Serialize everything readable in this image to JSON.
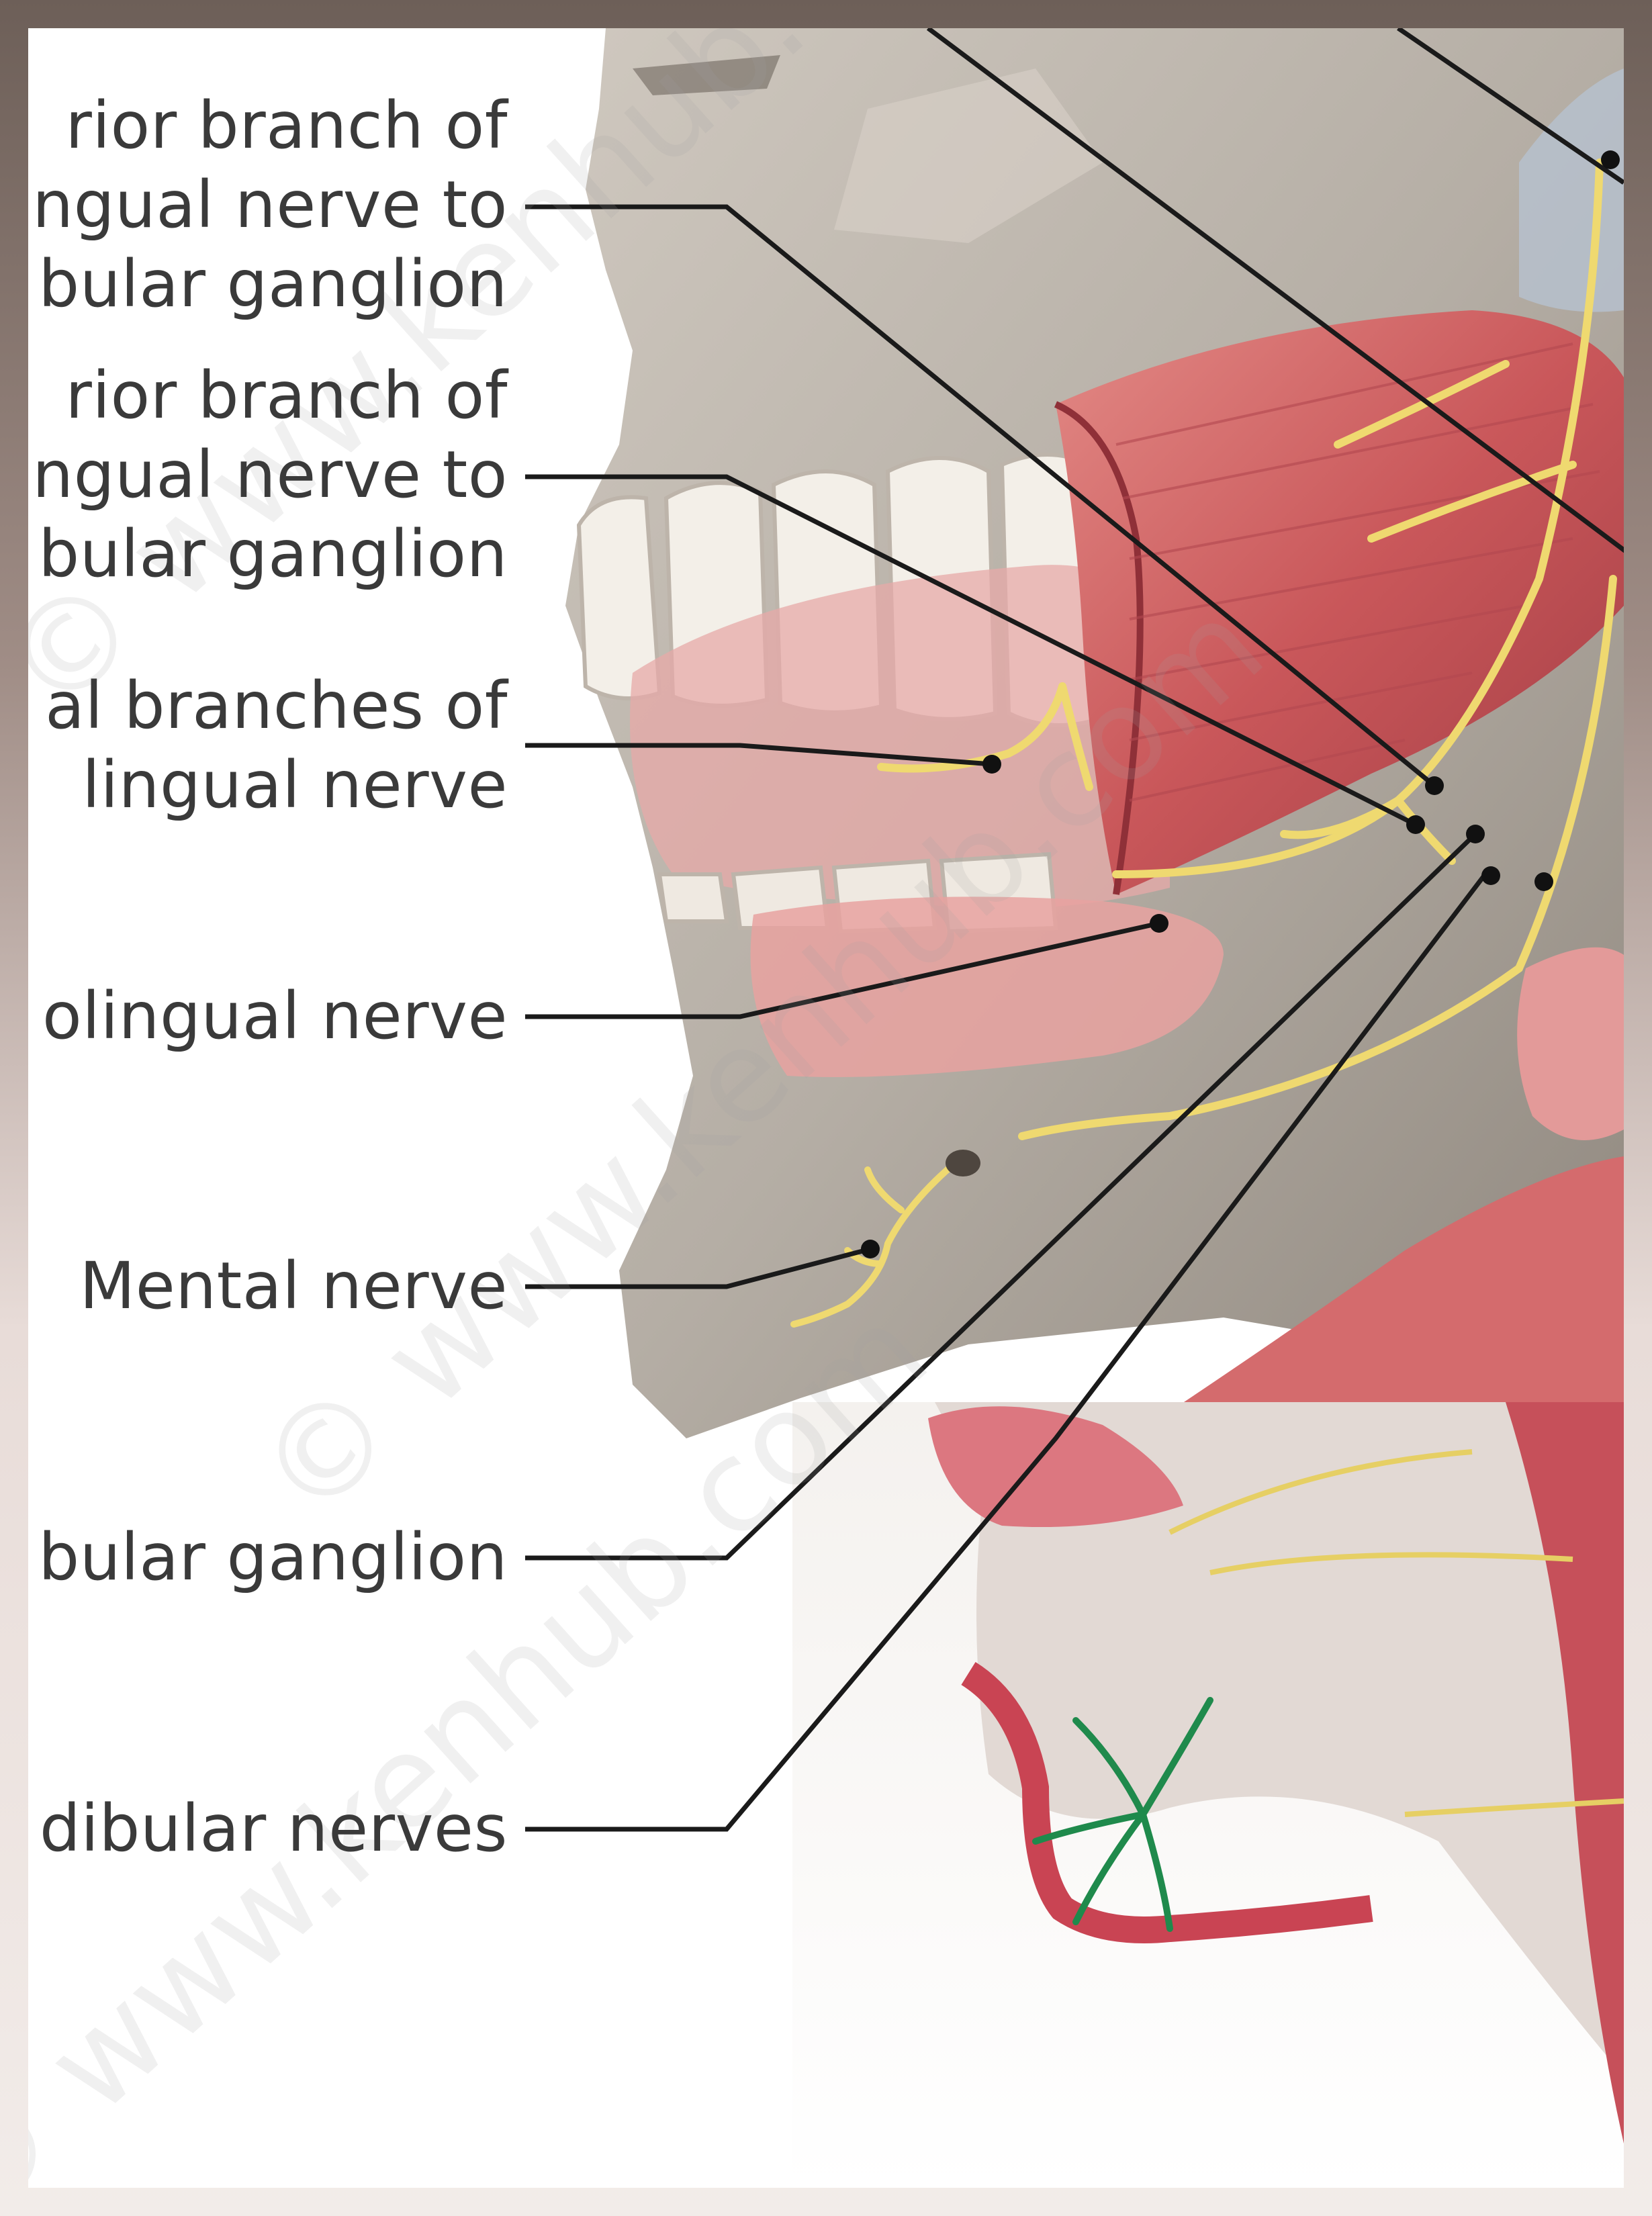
{
  "labels": {
    "l1": {
      "line1": "rior branch of",
      "line2": "ngual nerve to",
      "line3": "bular ganglion"
    },
    "l2": {
      "line1": "rior branch of",
      "line2": "ngual nerve to",
      "line3": "bular ganglion"
    },
    "l3": {
      "line1": "al branches of",
      "line2": "lingual nerve"
    },
    "l4": {
      "line1": "olingual nerve"
    },
    "l5": {
      "line1": "Mental nerve"
    },
    "l6": {
      "line1": "bular ganglion"
    },
    "l7": {
      "line1": "dibular nerves"
    }
  },
  "watermark": "© www.kenhub.com",
  "colors": {
    "bone": "#b7b0a7",
    "bone_shadow": "#8e867d",
    "muscle": "#c9575a",
    "gum": "#e7a9a8",
    "nerve": "#f0dc6e",
    "leader": "#1a1a1a",
    "inset_nerve": "#1f8a4c"
  }
}
